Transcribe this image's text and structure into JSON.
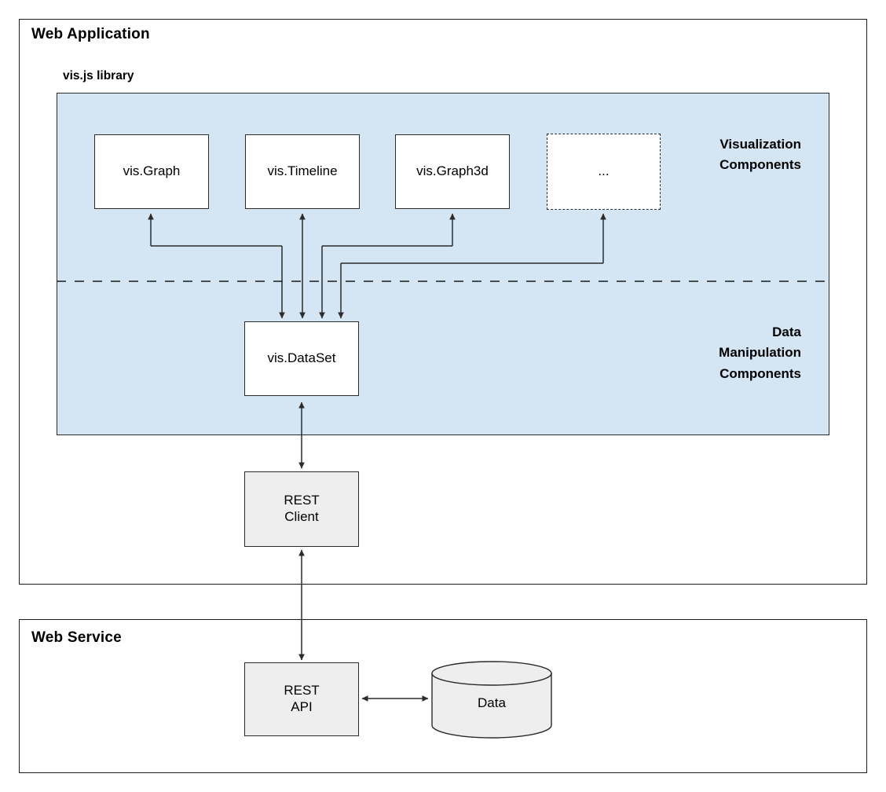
{
  "diagram": {
    "type": "architecture-block-diagram",
    "sections": [
      {
        "id": "web-application",
        "title": "Web Application"
      },
      {
        "id": "web-service",
        "title": "Web Service"
      }
    ],
    "library": {
      "title": "vis.js library",
      "panel_color": "#d4e6f4",
      "layers": [
        {
          "id": "visualization",
          "label": "Visualization\nComponents"
        },
        {
          "id": "data-manipulation",
          "label": "Data\nManipulation\nComponents"
        }
      ]
    },
    "nodes": {
      "vis_graph": "vis.Graph",
      "vis_timeline": "vis.Timeline",
      "vis_graph3d": "vis.Graph3d",
      "vis_more": "...",
      "vis_dataset": "vis.DataSet",
      "rest_client": "REST\nClient",
      "rest_api": "REST\nAPI",
      "data_store": "Data"
    },
    "colors": {
      "panel": "#d4e6f4",
      "node_white": "#ffffff",
      "node_gray": "#eeeeee",
      "stroke": "#2b2b2b",
      "text": "#000000"
    },
    "edges": [
      {
        "from": "vis_graph",
        "to": "vis_dataset",
        "direction": "bidirectional"
      },
      {
        "from": "vis_timeline",
        "to": "vis_dataset",
        "direction": "bidirectional"
      },
      {
        "from": "vis_graph3d",
        "to": "vis_dataset",
        "direction": "bidirectional"
      },
      {
        "from": "vis_more",
        "to": "vis_dataset",
        "direction": "bidirectional"
      },
      {
        "from": "vis_dataset",
        "to": "rest_client",
        "direction": "bidirectional"
      },
      {
        "from": "rest_client",
        "to": "rest_api",
        "direction": "bidirectional"
      },
      {
        "from": "rest_api",
        "to": "data_store",
        "direction": "bidirectional"
      }
    ]
  }
}
